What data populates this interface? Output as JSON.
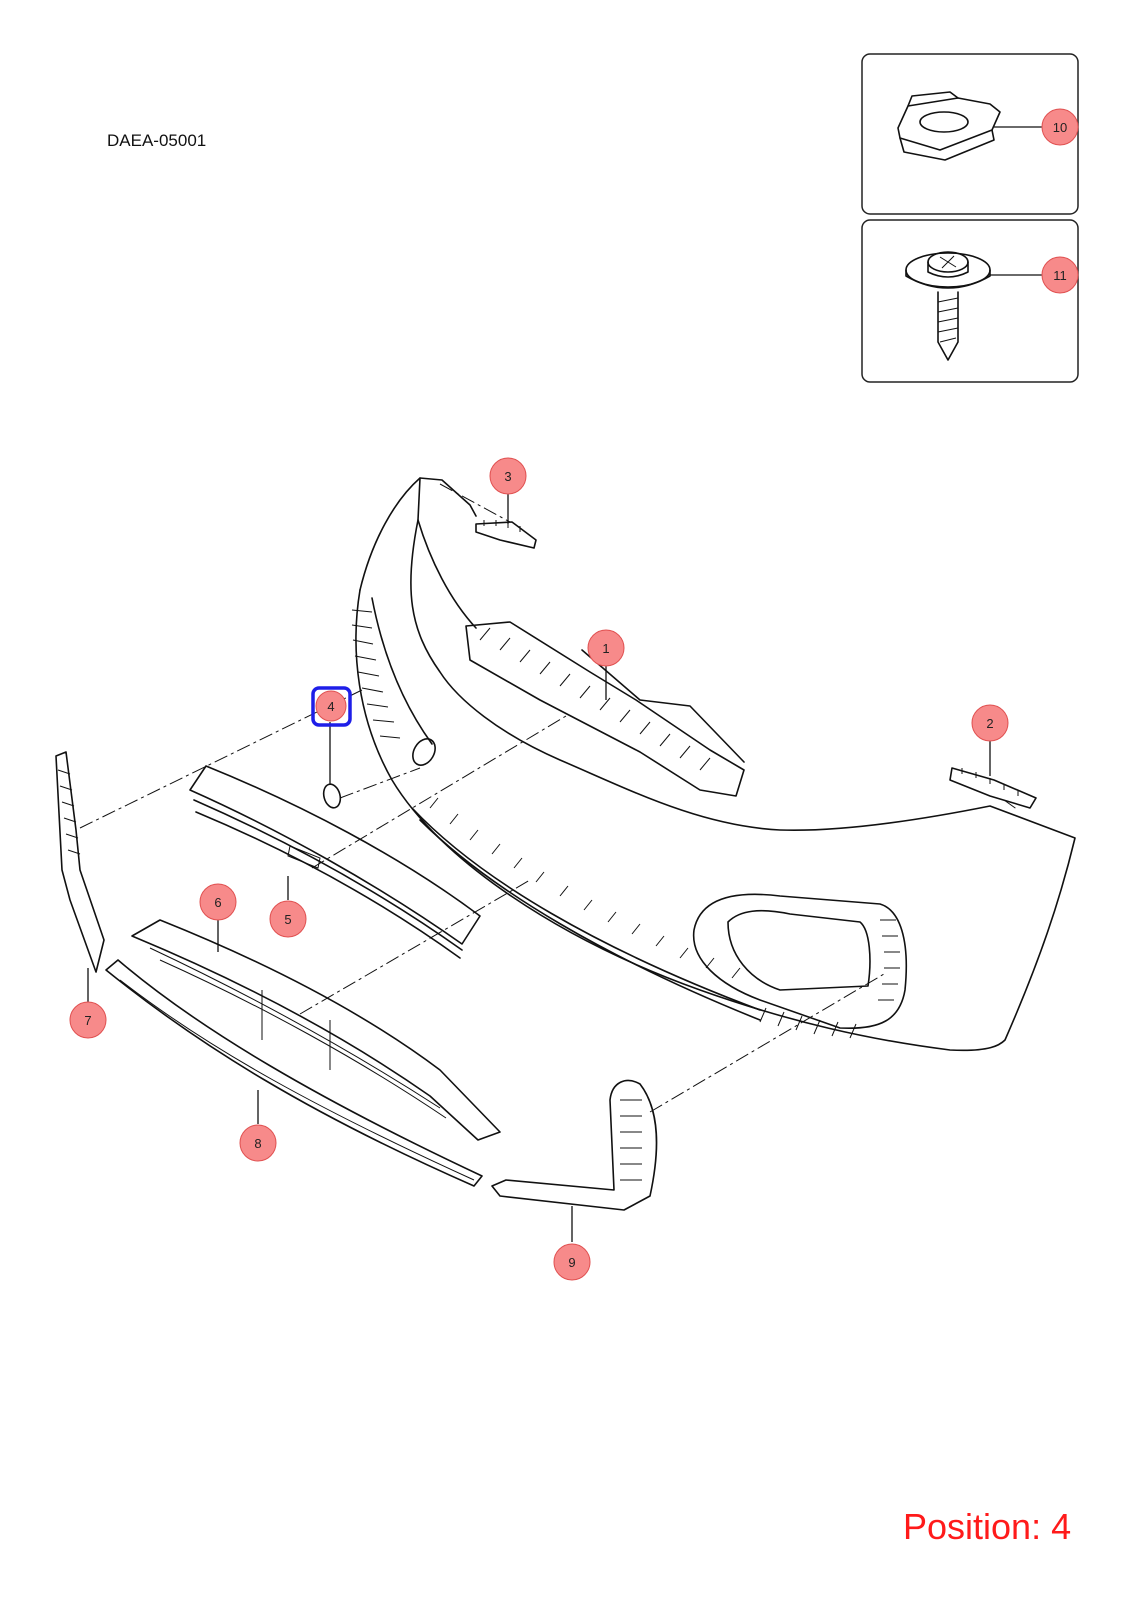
{
  "diagram_code": "DAEA-05001",
  "position_label": "Position: 4",
  "selected_callout": "4",
  "callouts": [
    {
      "id": "1",
      "label": "1"
    },
    {
      "id": "2",
      "label": "2"
    },
    {
      "id": "3",
      "label": "3"
    },
    {
      "id": "4",
      "label": "4"
    },
    {
      "id": "5",
      "label": "5"
    },
    {
      "id": "6",
      "label": "6"
    },
    {
      "id": "7",
      "label": "7"
    },
    {
      "id": "8",
      "label": "8"
    },
    {
      "id": "9",
      "label": "9"
    },
    {
      "id": "10",
      "label": "10"
    },
    {
      "id": "11",
      "label": "11"
    }
  ],
  "colors": {
    "callout_fill": "#f78a8a",
    "highlight": "#1e1ee8",
    "position_text": "#ff1a1a"
  }
}
